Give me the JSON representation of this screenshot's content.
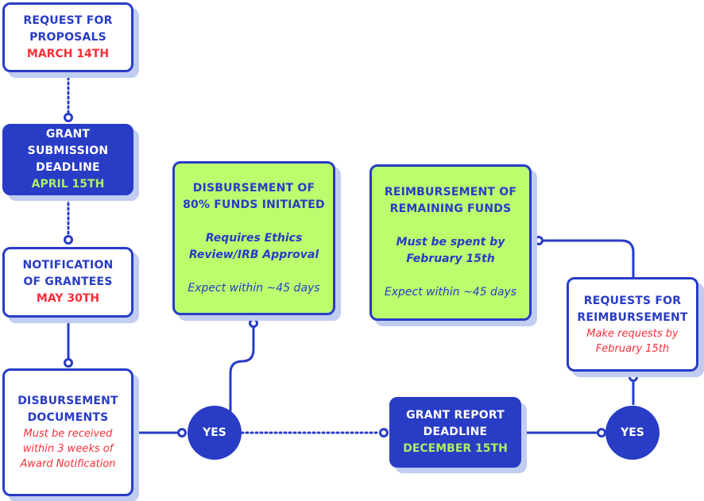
{
  "colors": {
    "primary_blue": "#283cc6",
    "shadow_blue": "#c0cdf0",
    "lime_green": "#bcfd6e",
    "date_green": "#a8ef6a",
    "alert_red": "#f7303a",
    "white": "#ffffff"
  },
  "nodes": {
    "rfp": {
      "title_1": "REQUEST FOR",
      "title_2": "PROPOSALS",
      "date": "MARCH 14TH"
    },
    "submission": {
      "title_1": "GRANT",
      "title_2": "SUBMISSION",
      "title_3": "DEADLINE",
      "date": "APRIL 15TH"
    },
    "notification": {
      "title_1": "NOTIFICATION",
      "title_2": "OF GRANTEES",
      "date": "MAY 30TH"
    },
    "documents": {
      "title_1": "DISBURSEMENT",
      "title_2": "DOCUMENTS",
      "note_1": "Must be received",
      "note_2": "within 3 weeks of",
      "note_3": "Award Notification"
    },
    "disbursement80": {
      "title_1": "DISBURSEMENT OF",
      "title_2": "80% FUNDS INITIATED",
      "req_1": "Requires Ethics",
      "req_2": "Review/IRB Approval",
      "expect": "Expect within ~45 days"
    },
    "reimbursement_remaining": {
      "title_1": "REIMBURSEMENT OF",
      "title_2": "REMAINING FUNDS",
      "req_1": "Must be spent by",
      "req_2": "February 15th",
      "expect": "Expect within ~45 days"
    },
    "requests": {
      "title_1": "REQUESTS FOR",
      "title_2": "REIMBURSEMENT",
      "note_1": "Make requests by",
      "note_2": "February 15th"
    },
    "report": {
      "title_1": "GRANT REPORT",
      "title_2": "DEADLINE",
      "date": "DECEMBER 15TH"
    },
    "yes_1": {
      "label": "YES"
    },
    "yes_2": {
      "label": "YES"
    }
  }
}
